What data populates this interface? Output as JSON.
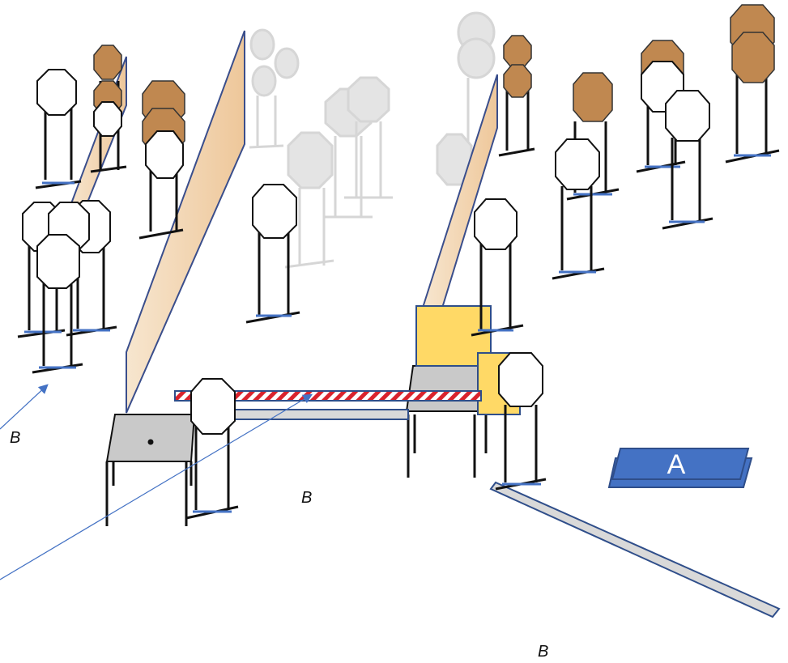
{
  "labels": {
    "a": "A",
    "b1": "B",
    "b2": "B",
    "b3": "B"
  },
  "colors": {
    "fault_line_fill": "#f0d2a8",
    "fault_line_stroke": "#3a4e8c",
    "box_fill": "#ffd966",
    "box_stroke": "#2f4e8a",
    "table_top": "#c9c9c9",
    "paper_target": "#c08850",
    "no_shoot_tape_red": "#d9232d",
    "marker_blue": "#4472c4",
    "arrow_blue": "#4472c4",
    "faded_target": "#d9d9d9"
  }
}
